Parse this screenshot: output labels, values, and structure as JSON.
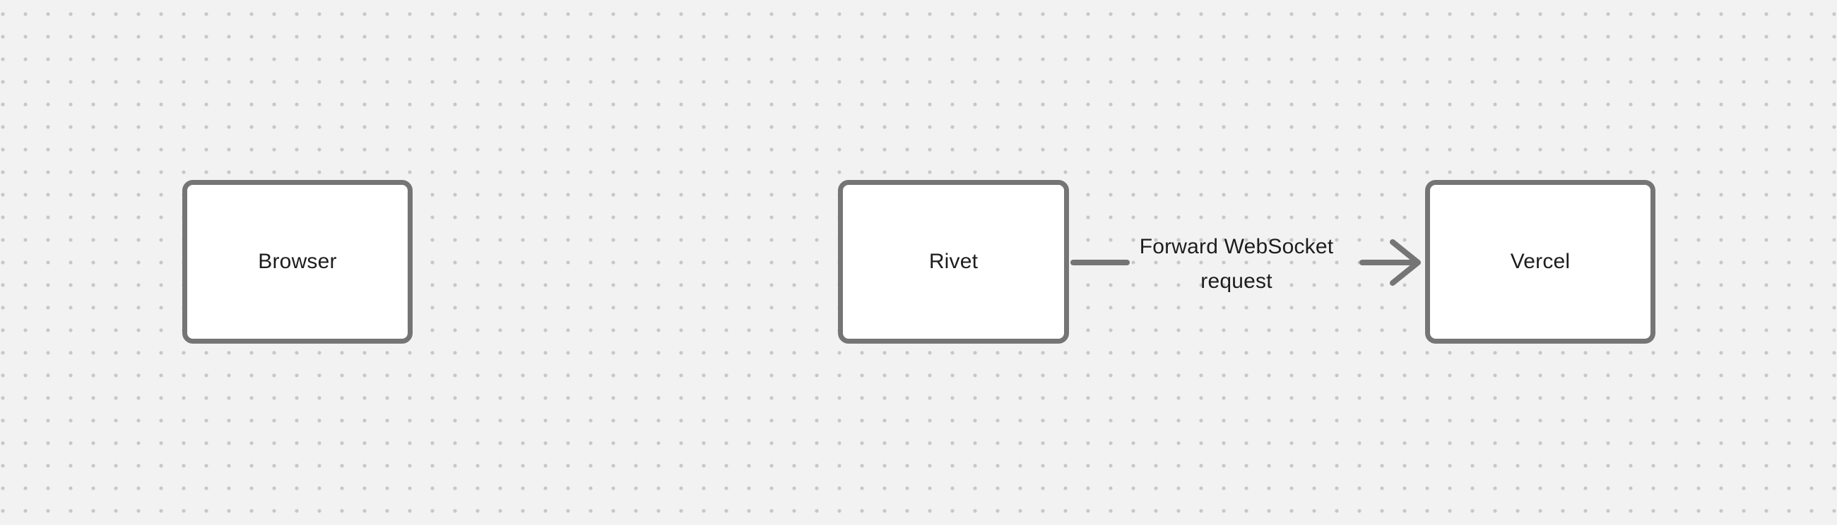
{
  "canvas": {
    "background_color": "#f2f2f2",
    "dot_color": "#c7c7c7",
    "stroke_color": "#757575",
    "text_color": "#1d1d1d",
    "node_fill_color": "#ffffff"
  },
  "nodes": [
    {
      "id": "browser",
      "label": "Browser"
    },
    {
      "id": "rivet",
      "label": "Rivet"
    },
    {
      "id": "vercel",
      "label": "Vercel"
    }
  ],
  "edges": [
    {
      "from": "rivet",
      "to": "vercel",
      "label": "Forward WebSocket request",
      "label_line1": "Forward WebSocket",
      "label_line2": "request"
    }
  ]
}
